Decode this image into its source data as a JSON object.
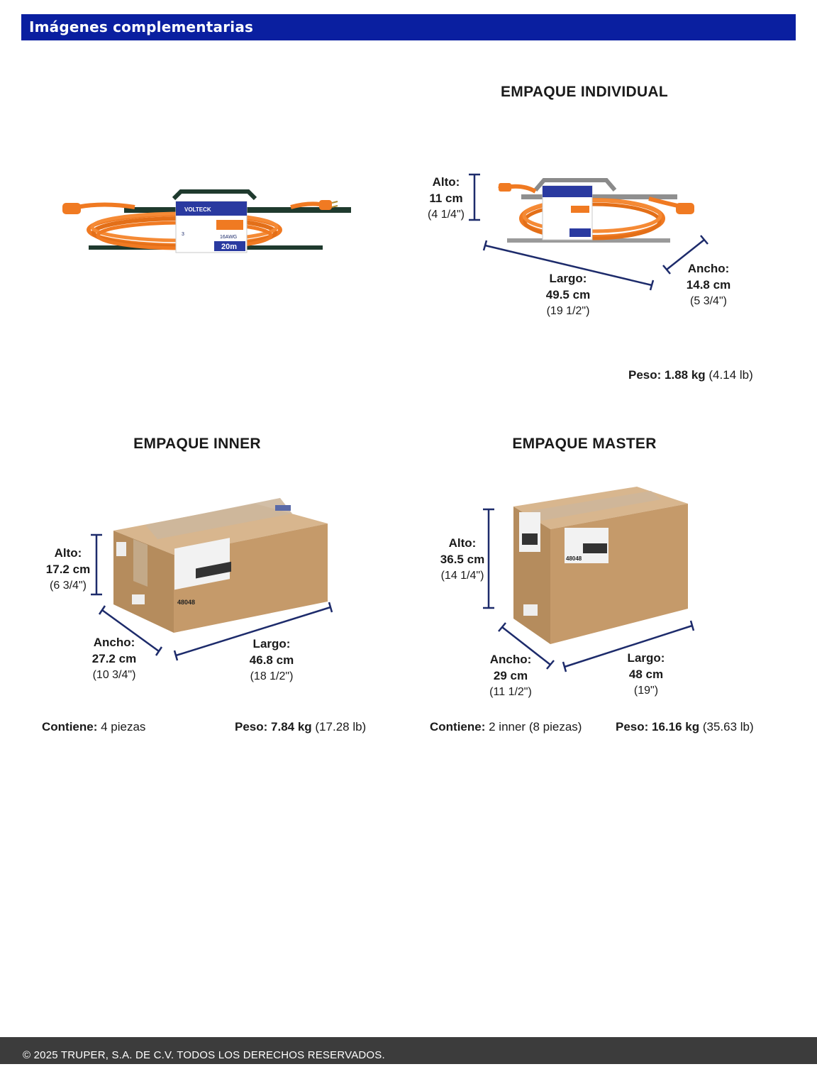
{
  "header": {
    "title": "Imágenes complementarias"
  },
  "colors": {
    "header_bg": "#0a1fa0",
    "cable": "#f07a22",
    "box": "#c49a6c",
    "dimension_line": "#1d2b6b",
    "footer_bg": "#3c3c3c"
  },
  "product_label": {
    "brand": "VOLTECK",
    "length": "20m",
    "gauge": "16AWG",
    "count": "3"
  },
  "box_label": {
    "code": "48048"
  },
  "individual": {
    "title": "EMPAQUE INDIVIDUAL",
    "alto": {
      "label": "Alto:",
      "cm": "11 cm",
      "in": "(4 1/4\")"
    },
    "largo": {
      "label": "Largo:",
      "cm": "49.5 cm",
      "in": "(19 1/2\")"
    },
    "ancho": {
      "label": "Ancho:",
      "cm": "14.8 cm",
      "in": "(5 3/4\")"
    },
    "peso": {
      "label": "Peso: 1.88 kg",
      "value": " (4.14 lb)"
    }
  },
  "inner": {
    "title": "EMPAQUE INNER",
    "alto": {
      "label": "Alto:",
      "cm": "17.2 cm",
      "in": "(6 3/4\")"
    },
    "ancho": {
      "label": "Ancho:",
      "cm": "27.2 cm",
      "in": "(10 3/4\")"
    },
    "largo": {
      "label": "Largo:",
      "cm": "46.8 cm",
      "in": "(18 1/2\")"
    },
    "contiene": {
      "label": "Contiene:",
      "value": " 4 piezas"
    },
    "peso": {
      "label": "Peso: 7.84 kg",
      "value": " (17.28 lb)"
    }
  },
  "master": {
    "title": "EMPAQUE MASTER",
    "alto": {
      "label": "Alto:",
      "cm": "36.5 cm",
      "in": "(14 1/4\")"
    },
    "ancho": {
      "label": "Ancho:",
      "cm": "29 cm",
      "in": "(11 1/2\")"
    },
    "largo": {
      "label": "Largo:",
      "cm": "48 cm",
      "in": "(19\")"
    },
    "contiene": {
      "label": "Contiene:",
      "value": " 2 inner (8 piezas)"
    },
    "peso": {
      "label": "Peso: 16.16 kg",
      "value": " (35.63 lb)"
    }
  },
  "footer": {
    "text": "© 2025 TRUPER, S.A. DE C.V. TODOS LOS DERECHOS RESERVADOS."
  }
}
